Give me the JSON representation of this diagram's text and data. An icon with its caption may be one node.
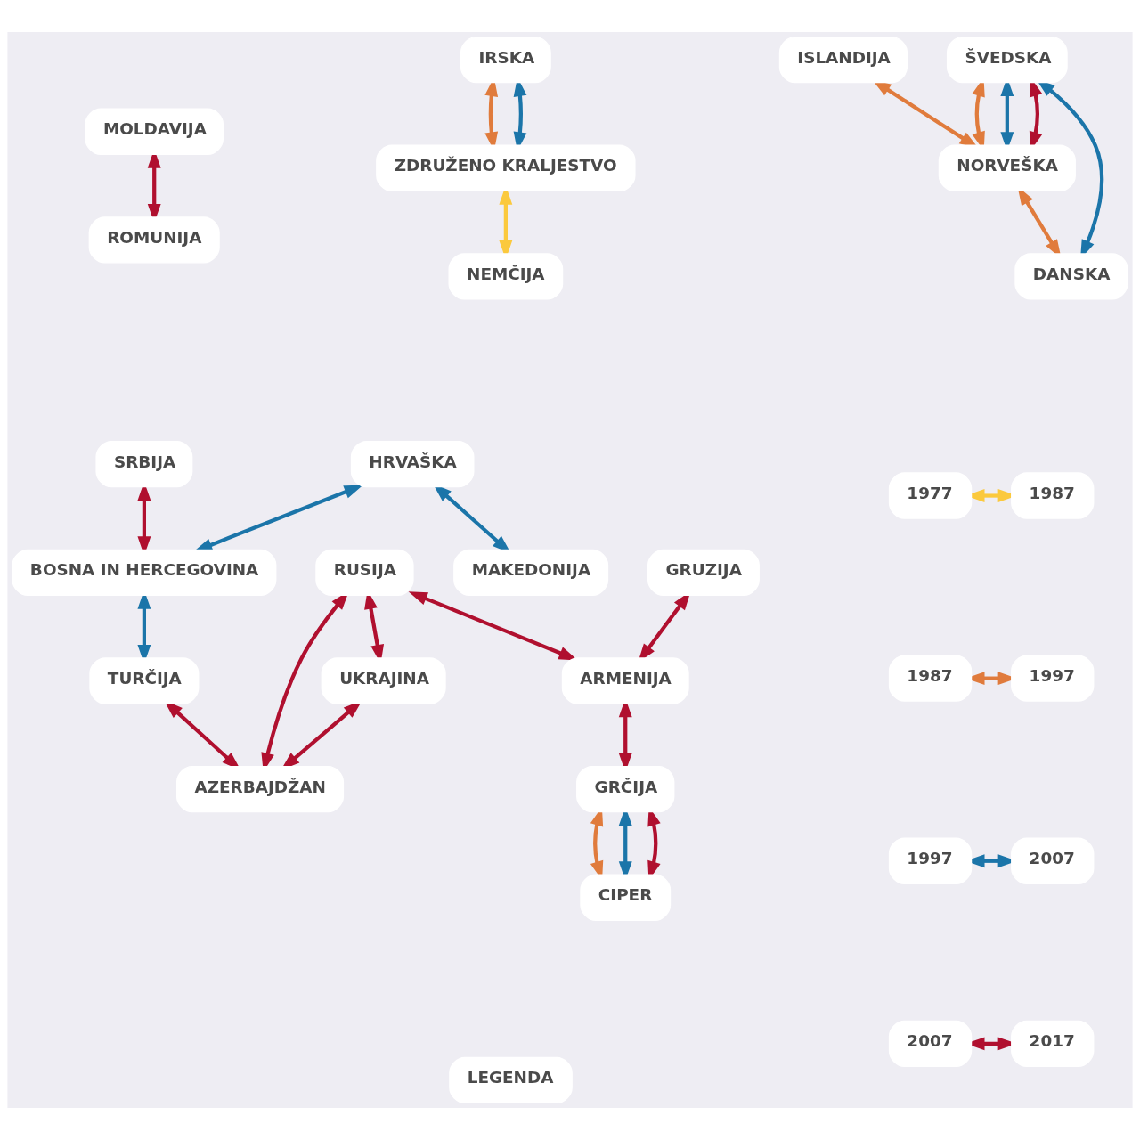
{
  "diagram": {
    "nodes": [
      {
        "text": [
          "ISLANDIJA"
        ]
      },
      {
        "text": [
          "ŠVEDSKA"
        ]
      },
      {
        "text": [
          "RUSIJA"
        ]
      },
      {
        "text": [
          "NORVEŠKA"
        ]
      },
      {
        "text": [
          "IRSKA"
        ]
      },
      {
        "text": [
          "DANSKA"
        ]
      },
      {
        "text": [
          "ZDRUŽENO KRALJESTVO"
        ]
      },
      {
        "text": [
          "UKRAJINA"
        ]
      },
      {
        "text": [
          "NEMČIJA"
        ]
      },
      {
        "text": [
          "SRBIJA"
        ]
      },
      {
        "text": [
          "HRVAŠKA"
        ]
      },
      {
        "text": [
          "MOLDAVIJA"
        ]
      },
      {
        "text": [
          "ROMUNIJA"
        ]
      },
      {
        "text": [
          "GRUZIJA"
        ]
      },
      {
        "text": [
          "BOSNA IN HERCEGOVINA"
        ]
      },
      {
        "text": [
          "MAKEDONIJA"
        ]
      },
      {
        "text": [
          "ARMENIJA"
        ]
      },
      {
        "text": [
          "LEGENDA"
        ]
      },
      {
        "text": [
          "GRČIJA"
        ]
      },
      {
        "text": [
          "TURČIJA"
        ]
      },
      {
        "text": [
          "AZERBAJDŽAN"
        ]
      },
      {
        "text": [
          "1977"
        ]
      },
      {
        "text": [
          "1987"
        ]
      },
      {
        "text": [
          "1987"
        ]
      },
      {
        "text": [
          "1997"
        ]
      },
      {
        "text": [
          "1997"
        ]
      },
      {
        "text": [
          "2007"
        ]
      },
      {
        "text": [
          "CIPER"
        ]
      },
      {
        "text": [
          "2007"
        ]
      },
      {
        "text": [
          "2017"
        ]
      }
    ],
    "edges": [
      {
        "from": 0,
        "to": 3,
        "arrow": "both",
        "color": "#e07b3c"
      },
      {
        "from": 1,
        "to": 3,
        "arrow": "both",
        "color": "#e07b3c"
      },
      {
        "from": 1,
        "to": 3,
        "arrow": "both",
        "color": "#1b75a9"
      },
      {
        "from": 1,
        "to": 3,
        "arrow": "both"
      },
      {
        "from": 3,
        "to": 5,
        "arrow": "both",
        "color": "#e07b3c"
      },
      {
        "from": 1,
        "to": 5,
        "arrow": "both",
        "color": "#1b75a9"
      },
      {
        "from": 4,
        "to": 6,
        "arrow": "both",
        "color": "#e07b3c"
      },
      {
        "from": 4,
        "to": 6,
        "arrow": "both",
        "color": "#1b75a9"
      },
      {
        "from": 6,
        "to": 8,
        "arrow": "both",
        "color": "#fbc93d"
      },
      {
        "from": 2,
        "to": 7,
        "arrow": "both"
      },
      {
        "from": 2,
        "to": 16,
        "arrow": "both"
      },
      {
        "from": 2,
        "to": 20,
        "arrow": "both"
      },
      {
        "from": 7,
        "to": 20,
        "arrow": "both"
      },
      {
        "from": 9,
        "to": 14,
        "arrow": "both"
      },
      {
        "from": 10,
        "to": 14,
        "arrow": "both",
        "color": "#1b75a9"
      },
      {
        "from": 10,
        "to": 15,
        "arrow": "both",
        "color": "#1b75a9"
      },
      {
        "from": 11,
        "to": 12,
        "arrow": "both"
      },
      {
        "from": 13,
        "to": 16,
        "arrow": "both"
      },
      {
        "from": 14,
        "to": 19,
        "arrow": "both",
        "color": "#1b75a9"
      },
      {
        "from": 16,
        "to": 18,
        "arrow": "both"
      },
      {
        "from": 19,
        "to": 20,
        "arrow": "both"
      },
      {
        "from": 18,
        "to": 27,
        "arrow": "both",
        "color": "#e07b3c"
      },
      {
        "from": 18,
        "to": 27,
        "arrow": "both",
        "color": "#1b75a9"
      },
      {
        "from": 18,
        "to": 27,
        "arrow": "both"
      },
      {
        "from": 21,
        "to": 22,
        "arrow": "both",
        "color": "#fbc93d"
      },
      {
        "from": 23,
        "to": 24,
        "arrow": "both",
        "color": "#e07b3c"
      },
      {
        "from": 25,
        "to": 26,
        "arrow": "both",
        "color": "#1b75a9"
      },
      {
        "from": 28,
        "to": 29,
        "arrow": "both"
      }
    ]
  }
}
